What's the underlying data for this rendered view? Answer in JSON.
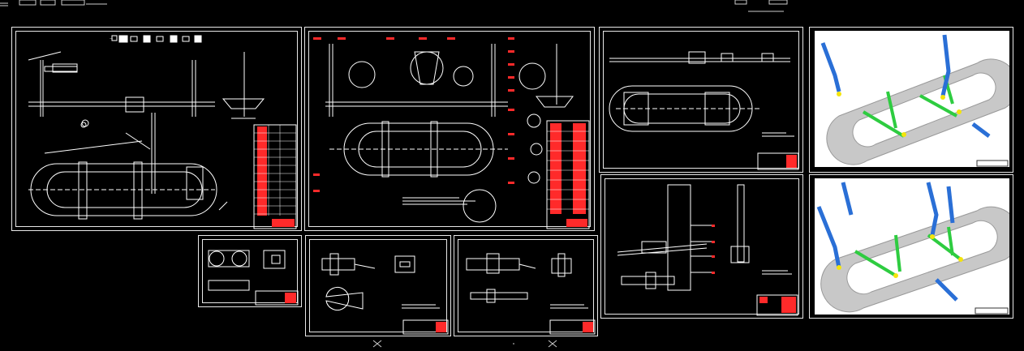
{
  "app": {
    "background": "#000000",
    "line_color": "#ffffff",
    "accent_red": "#ff2a2a",
    "accent_green": "#2ecc40",
    "accent_blue": "#2a6fd6",
    "accent_yellow": "#f4e40c"
  },
  "sheets": [
    {
      "id": "sheet-assembly-general"
    },
    {
      "id": "sheet-assembly-detailed"
    },
    {
      "id": "sheet-plan-view"
    },
    {
      "id": "sheet-render-top"
    },
    {
      "id": "sheet-detail-small-1"
    },
    {
      "id": "sheet-detail-small-2"
    },
    {
      "id": "sheet-detail-small-3"
    },
    {
      "id": "sheet-side-view"
    },
    {
      "id": "sheet-render-bottom"
    }
  ],
  "icons": {
    "frame": "drawing-frame-icon",
    "render": "3d-render-icon"
  }
}
